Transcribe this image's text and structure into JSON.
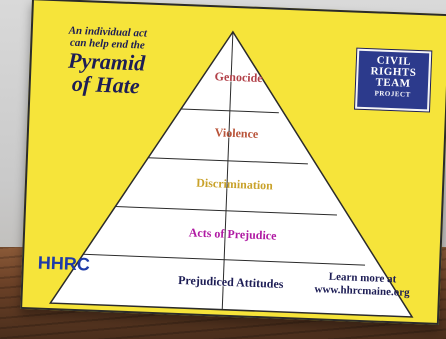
{
  "poster": {
    "intro": {
      "line1": "An individual act",
      "line2": "can help end the",
      "title_line1": "Pyramid",
      "title_line2": "of Hate"
    },
    "badge": {
      "line1": "CIVIL",
      "line2": "RIGHTS",
      "line3": "TEAM",
      "line4": "PROJECT"
    },
    "pyramid_levels": [
      "Genocide",
      "Violence",
      "Discrimination",
      "Acts of Prejudice",
      "Prejudiced Attitudes"
    ],
    "footer": {
      "hhrc": "HHRC",
      "learn_line1": "Learn more at",
      "learn_line2": "www.hhrcmaine.org"
    }
  },
  "colors": {
    "poster_bg": "#f6e43a",
    "navy": "#1d1d55",
    "badge_blue": "#2c3a8c",
    "genocide": "#b24149",
    "violence": "#b9543a",
    "discrimination": "#c9a22a",
    "acts": "#b01aa3"
  }
}
